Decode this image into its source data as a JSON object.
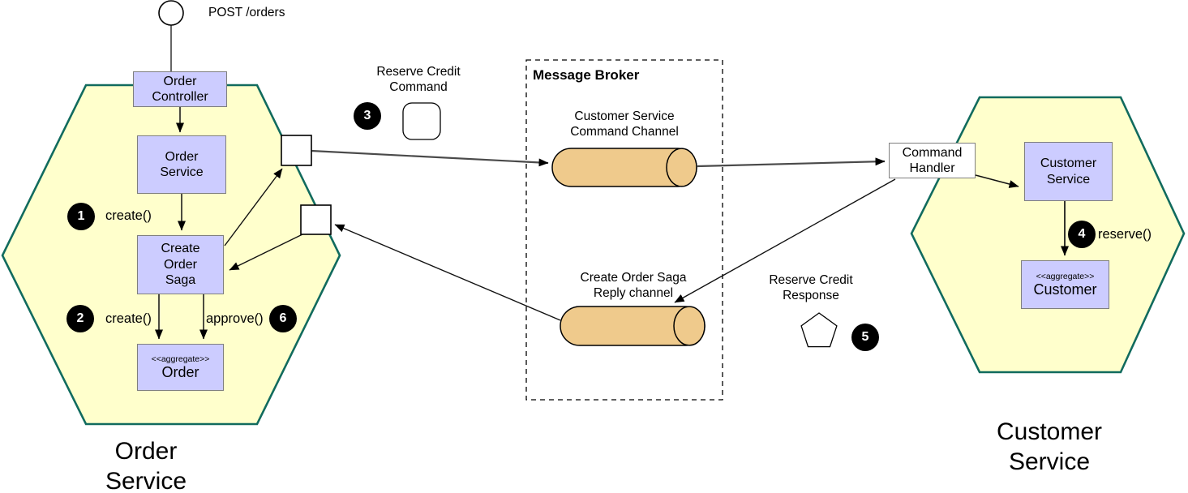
{
  "colors": {
    "hexagon_fill": "#ffffcc",
    "hexagon_border": "#116b5e",
    "component_fill": "#ccccff",
    "component_border": "#7f7f7f",
    "channel_fill": "#efca8c",
    "step_badge": "#000000",
    "line_color": "#111111"
  },
  "actor": {
    "label": "POST /orders"
  },
  "order_service_hexagon": {
    "label": "Order\nService",
    "boxes": {
      "controller": "Order\nController",
      "service": "Order\nService",
      "saga": "Create\nOrder\nSaga",
      "aggregate": {
        "stereotype": "<<aggregate>>",
        "name": "Order"
      }
    },
    "steps": {
      "s1": {
        "num": "1",
        "label": "create()"
      },
      "s2": {
        "num": "2",
        "label": "create()"
      },
      "s6": {
        "num": "6",
        "label": "approve()"
      }
    }
  },
  "message_broker": {
    "title": "Message Broker",
    "command_channel_label": "Customer Service\nCommand Channel",
    "reply_channel_label": "Create Order Saga\nReply channel"
  },
  "messages": {
    "command": {
      "label": "Reserve Credit\nCommand",
      "step": "3"
    },
    "response": {
      "label": "Reserve Credit\nResponse",
      "step": "5"
    }
  },
  "customer_service_hexagon": {
    "label": "Customer\nService",
    "boxes": {
      "command_handler": "Command\nHandler",
      "service": "Customer\nService",
      "aggregate": {
        "stereotype": "<<aggregate>>",
        "name": "Customer"
      }
    },
    "steps": {
      "s4": {
        "num": "4",
        "label": "reserve()"
      }
    }
  }
}
